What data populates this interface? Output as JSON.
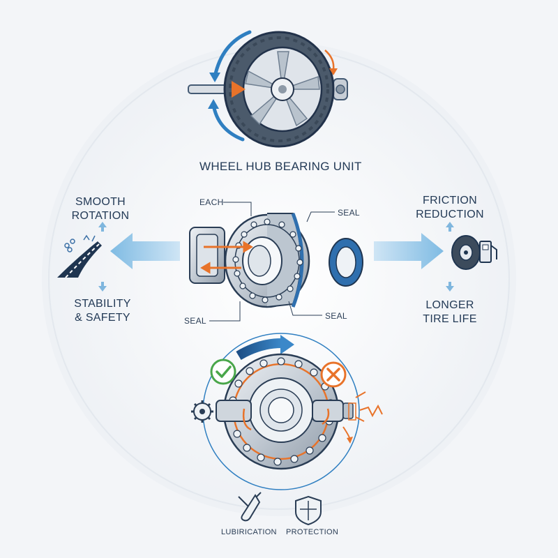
{
  "diagram": {
    "title": "WHEEL HUB BEARING UNIT",
    "benefits_left": {
      "top": [
        "SMOOTH",
        "ROTATION"
      ],
      "bottom": [
        "STABILITY",
        "& SAFETY"
      ]
    },
    "benefits_right": {
      "top": [
        "FRICTION",
        "REDUCTION"
      ],
      "bottom": [
        "LONGER",
        "TIRE LIFE"
      ]
    },
    "callouts": {
      "each": "EACH",
      "seal_top_right": "SEAL",
      "seal_bottom_left": "SEAL",
      "seal_bottom_right": "SEAL"
    },
    "bottom_labels": {
      "lubrication": "LUBIRICATION",
      "protection": "PROTECTION"
    },
    "colors": {
      "navy": "#1f3550",
      "steel": "#9aa6b3",
      "light_blue_arrow": "#8cc3e8",
      "blue_accent": "#2f6fae",
      "orange": "#e8732a",
      "green_check": "#49a64a",
      "background": "#f3f5f8"
    },
    "icons": [
      "tire-icon",
      "road-icon",
      "gas-pump-icon",
      "check-icon",
      "cross-icon",
      "wrench-icon",
      "shield-icon",
      "gear-icon"
    ]
  }
}
